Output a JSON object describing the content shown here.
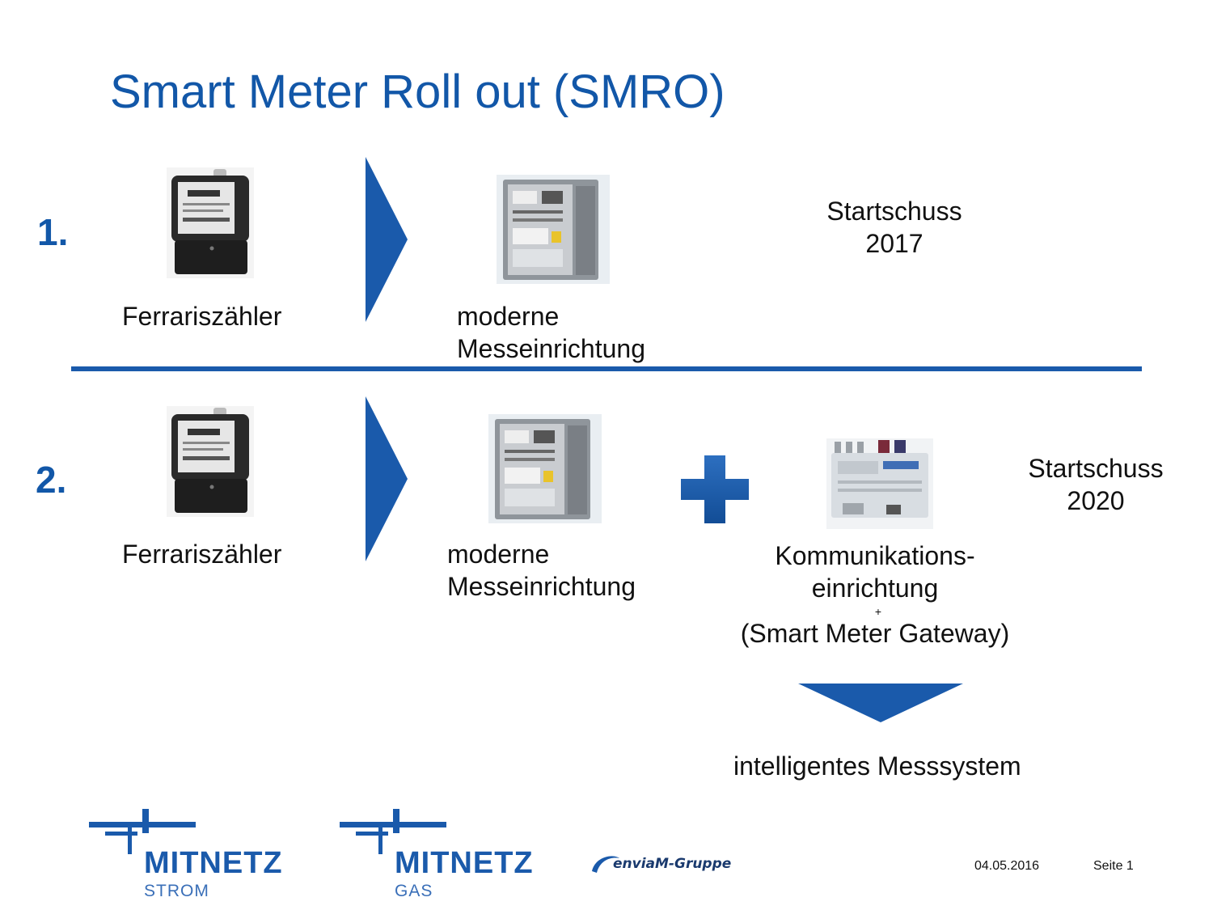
{
  "title": "Smart Meter Roll out (SMRO)",
  "row1": {
    "number": "1.",
    "old_meter_label": "Ferrariszähler",
    "modern_label_line1": "moderne",
    "modern_label_line2": "Messeinrichtung",
    "start_line1": "Startschuss",
    "start_line2": "2017"
  },
  "row2": {
    "number": "2.",
    "old_meter_label": "Ferrariszähler",
    "modern_label_line1": "moderne",
    "modern_label_line2": "Messeinrichtung",
    "comm_line1": "Kommunikations-",
    "comm_line2": "einrichtung",
    "comm_plus": "+",
    "comm_line3": "(Smart Meter Gateway)",
    "start_line1": "Startschuss",
    "start_line2": "2020",
    "result": "intelligentes Messsystem"
  },
  "footer": {
    "logo1_name": "MITNETZ",
    "logo1_sub": "STROM",
    "logo2_name": "MITNETZ",
    "logo2_sub": "GAS",
    "group_logo": "enviaM-Gruppe",
    "date": "04.05.2016",
    "page": "Seite 1"
  },
  "colors": {
    "brand_blue": "#1257a8",
    "arrow_blue": "#1a5aab"
  }
}
